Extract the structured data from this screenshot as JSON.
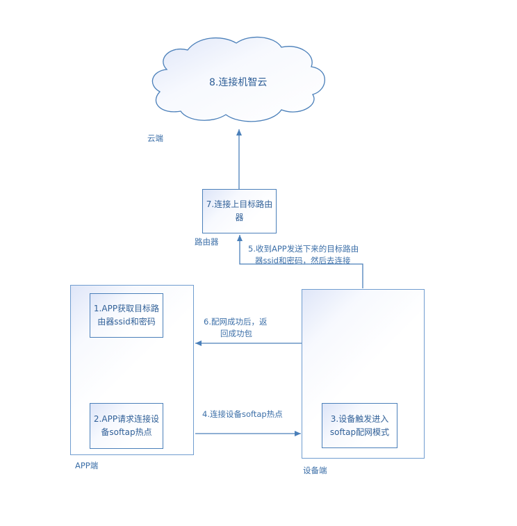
{
  "cloud": {
    "text": "8.连接机智云"
  },
  "zones": {
    "cloud": "云端",
    "router": "路由器",
    "app": "APP端",
    "device": "设备端"
  },
  "boxes": {
    "router": "7.连接上目标路由器",
    "app_step1": "1.APP获取目标路由器ssid和密码",
    "app_step2": "2.APP请求连接设备softap热点",
    "device_step3": "3.设备触发进入softap配网模式"
  },
  "edges": {
    "step4": "4.连接设备softap热点",
    "step5_line1": "5.收到APP发送下来的目标路由",
    "step5_line2": "器ssid和密码，然后去连接",
    "step6_line1": "6.配网成功后，返",
    "step6_line2": "回成功包"
  }
}
